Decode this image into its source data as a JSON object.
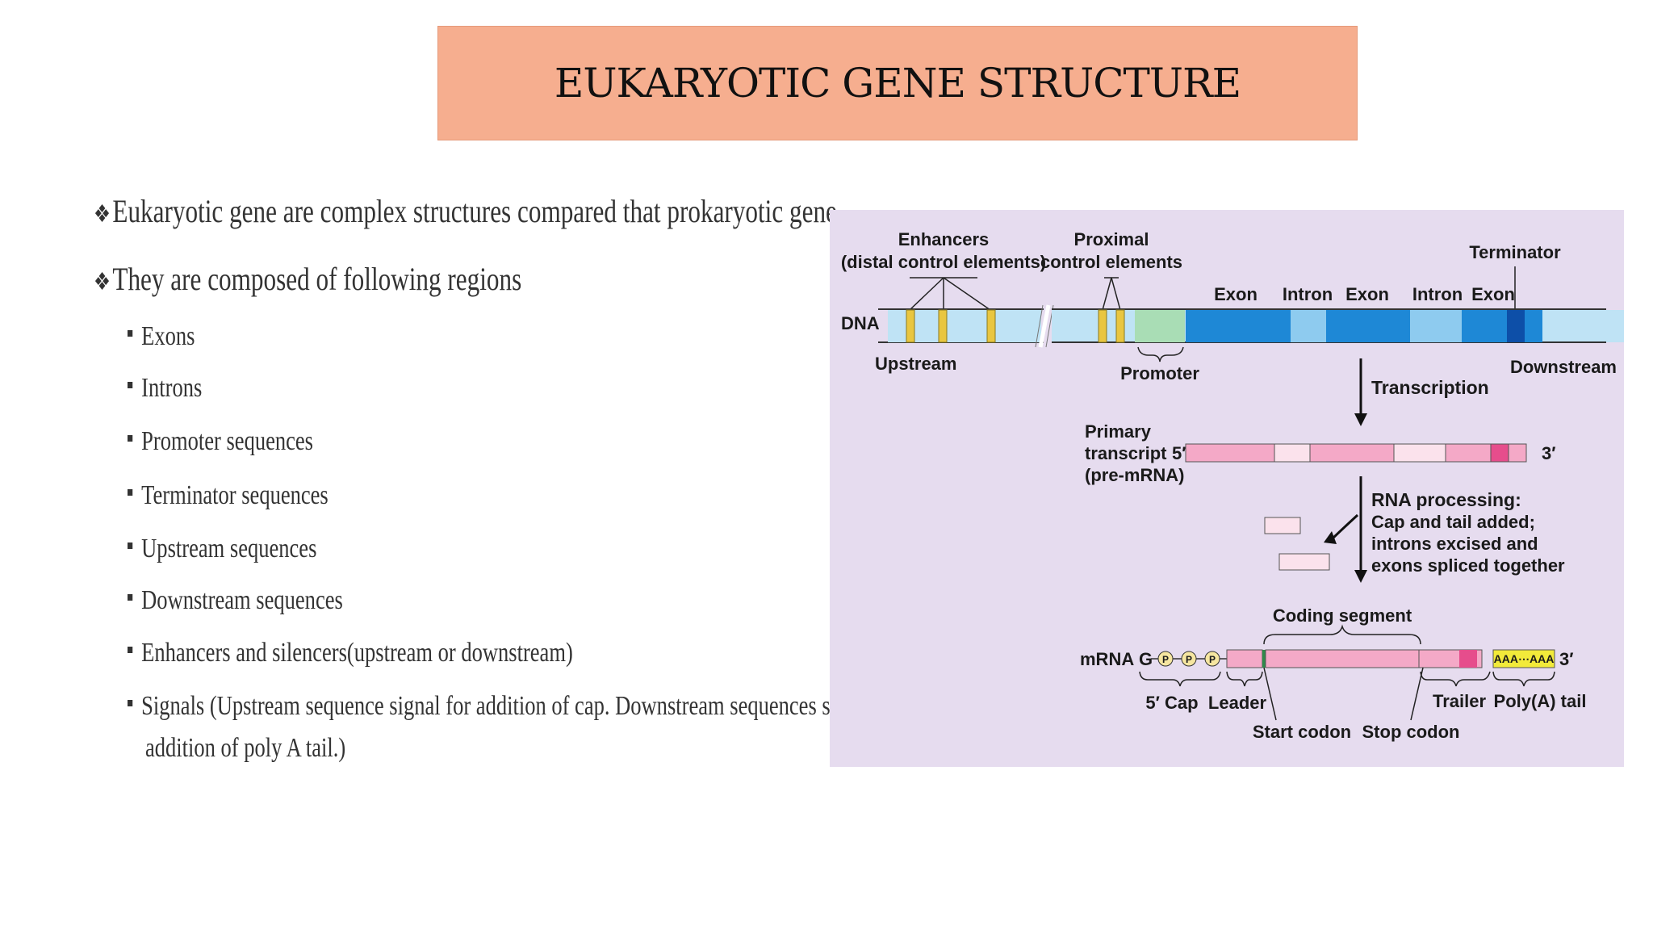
{
  "slide": {
    "title": "EUKARYOTIC GENE STRUCTURE"
  },
  "bullets": {
    "main": [
      "Eukaryotic gene are complex structures compared that prokaryotic gene.",
      "They are composed of following regions"
    ],
    "sub": [
      "Exons",
      "Introns",
      "Promoter sequences",
      "Terminator sequences",
      "Upstream sequences",
      "Downstream sequences",
      "Enhancers and silencers(upstream or downstream)",
      "Signals (Upstream sequence signal for addition of cap. Downstream sequences signal for",
      "addition of poly A tail.)"
    ]
  },
  "diagram": {
    "enhancers_line1": "Enhancers",
    "enhancers_line2": "(distal control elements)",
    "proximal_line1": "Proximal",
    "proximal_line2": "control elements",
    "terminator": "Terminator",
    "exon1": "Exon",
    "intron1": "Intron",
    "exon2": "Exon",
    "intron2": "Intron",
    "exon3": "Exon",
    "dna": "DNA",
    "upstream": "Upstream",
    "promoter": "Promoter",
    "downstream": "Downstream",
    "transcription": "Transcription",
    "primary_line1": "Primary",
    "primary_line2": "transcript",
    "primary_line3": "(pre-mRNA)",
    "five_prime": "5′",
    "three_prime": "3′",
    "rna_proc_line1": "RNA processing:",
    "rna_proc_line2": "Cap and tail added;",
    "rna_proc_line3": "introns excised and",
    "rna_proc_line4": "exons spliced together",
    "coding_segment": "Coding segment",
    "mrna": "mRNA",
    "g": "G",
    "p": "P",
    "polya_seq": "AAA⋯AAA",
    "mrna_three_prime": "3′",
    "five_cap": "5′ Cap",
    "leader": "Leader",
    "trailer": "Trailer",
    "polya_tail": "Poly(A) tail",
    "start_codon": "Start codon",
    "stop_codon": "Stop codon"
  }
}
